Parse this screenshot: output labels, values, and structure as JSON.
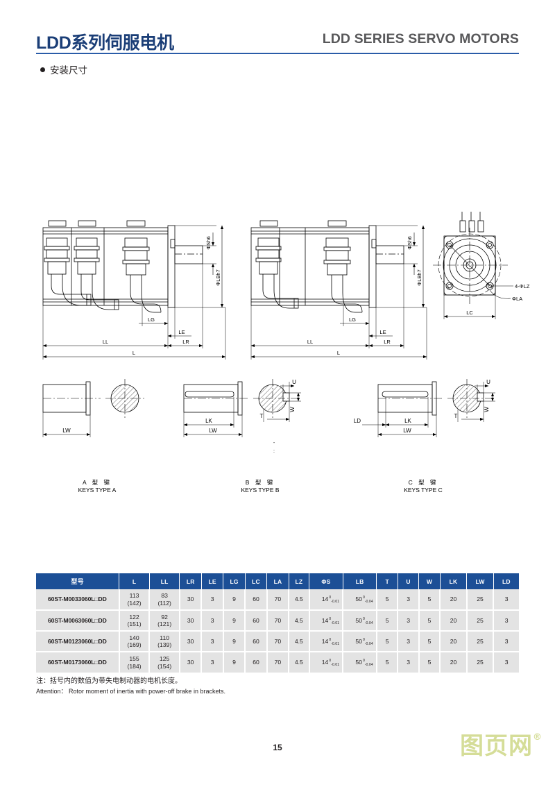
{
  "header": {
    "title_cn": "LDD系列伺服电机",
    "title_en": "LDD SERIES SERVO MOTORS",
    "subhead": "安装尺寸"
  },
  "drawing": {
    "dim_labels": {
      "shaft_dia": "ΦSh6",
      "flange_dia": "ΦLBh7",
      "lg": "LG",
      "le": "LE",
      "lr": "LR",
      "ll": "LL",
      "l": "L",
      "lc": "LC",
      "lz": "4-ΦLZ",
      "la": "ΦLA",
      "lk": "LK",
      "lw": "LW",
      "ld": "LD",
      "u": "U",
      "t": "T",
      "w": "W"
    },
    "key_types": [
      {
        "cn": "A  型  键",
        "en": "KEYS  TYPE  A"
      },
      {
        "cn": "B  型  键",
        "en": "KEYS  TYPE  B"
      },
      {
        "cn": "C  型  键",
        "en": "KEYS  TYPE  C"
      }
    ]
  },
  "table": {
    "headers": [
      "型号",
      "L",
      "LL",
      "LR",
      "LE",
      "LG",
      "LC",
      "LA",
      "LZ",
      "ΦS",
      "LB",
      "T",
      "U",
      "W",
      "LK",
      "LW",
      "LD"
    ],
    "rows": [
      {
        "model": "60ST-M0033060L□DD",
        "L": "113",
        "L_paren": "(142)",
        "LL": "83",
        "LL_paren": "(112)",
        "LR": "30",
        "LE": "3",
        "LG": "9",
        "LC": "60",
        "LA": "70",
        "LZ": "4.5",
        "S_base": "14",
        "S_sup": "0",
        "S_sub": "-0.01",
        "LB_base": "50",
        "LB_sup": "0",
        "LB_sub": "-0.04",
        "T": "5",
        "U": "3",
        "W": "5",
        "LK": "20",
        "LW": "25",
        "LD": "3"
      },
      {
        "model": "60ST-M0063060L□DD",
        "L": "122",
        "L_paren": "(151)",
        "LL": "92",
        "LL_paren": "(121)",
        "LR": "30",
        "LE": "3",
        "LG": "9",
        "LC": "60",
        "LA": "70",
        "LZ": "4.5",
        "S_base": "14",
        "S_sup": "0",
        "S_sub": "-0.01",
        "LB_base": "50",
        "LB_sup": "0",
        "LB_sub": "-0.04",
        "T": "5",
        "U": "3",
        "W": "5",
        "LK": "20",
        "LW": "25",
        "LD": "3"
      },
      {
        "model": "60ST-M0123060L□DD",
        "L": "140",
        "L_paren": "(169)",
        "LL": "110",
        "LL_paren": "(139)",
        "LR": "30",
        "LE": "3",
        "LG": "9",
        "LC": "60",
        "LA": "70",
        "LZ": "4.5",
        "S_base": "14",
        "S_sup": "0",
        "S_sub": "-0.01",
        "LB_base": "50",
        "LB_sup": "0",
        "LB_sub": "-0.04",
        "T": "5",
        "U": "3",
        "W": "5",
        "LK": "20",
        "LW": "25",
        "LD": "3"
      },
      {
        "model": "60ST-M0173060L□DD",
        "L": "155",
        "L_paren": "(184)",
        "LL": "125",
        "LL_paren": "(154)",
        "LR": "30",
        "LE": "3",
        "LG": "9",
        "LC": "60",
        "LA": "70",
        "LZ": "4.5",
        "S_base": "14",
        "S_sup": "0",
        "S_sub": "-0.01",
        "LB_base": "50",
        "LB_sup": "0",
        "LB_sub": "-0.04",
        "T": "5",
        "U": "3",
        "W": "5",
        "LK": "20",
        "LW": "25",
        "LD": "3"
      }
    ]
  },
  "notes": {
    "cn": "注：括号内的数值为带失电制动器的电机长度。",
    "en": "Attention：  Rotor moment of inertia with power-off brake in brackets."
  },
  "footer": {
    "page_number": "15",
    "watermark_text": "图页网",
    "watermark_reg": "®"
  },
  "colors": {
    "title_blue": "#1b3e77",
    "rule_blue": "#2a5ca8",
    "table_header_blue": "#1c4f96",
    "table_cell_gray": "#e3e3e3",
    "watermark": "#d5dd98"
  }
}
